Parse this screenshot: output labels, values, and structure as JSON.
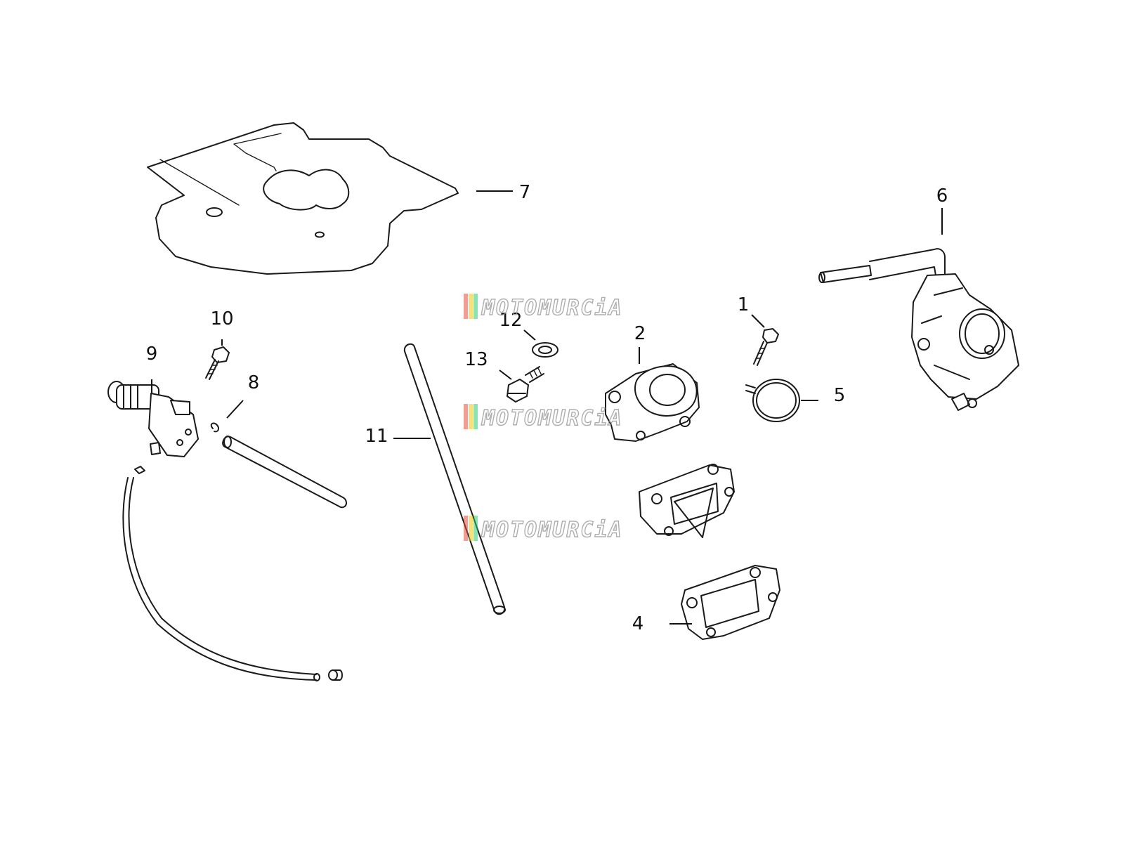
{
  "callouts": {
    "c1": "1",
    "c2": "2",
    "c4": "4",
    "c5": "5",
    "c6": "6",
    "c7": "7",
    "c8": "8",
    "c9": "9",
    "c10": "10",
    "c11": "11",
    "c12": "12",
    "c13": "13"
  },
  "watermark": {
    "text": "MOTOMURCiA",
    "stripe_colors": [
      "#e74c3c",
      "#f1c40f",
      "#2ecc71"
    ]
  }
}
